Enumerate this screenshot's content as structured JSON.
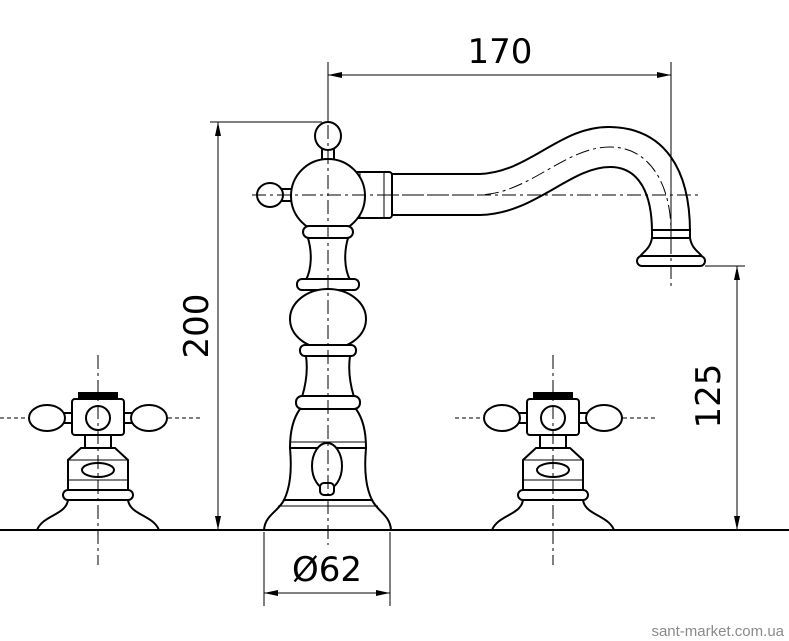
{
  "dimensions": {
    "spout_reach": "170",
    "total_height": "200",
    "spout_height": "125",
    "base_diameter": "Ø62"
  },
  "watermark": "sant-market.com.ua"
}
